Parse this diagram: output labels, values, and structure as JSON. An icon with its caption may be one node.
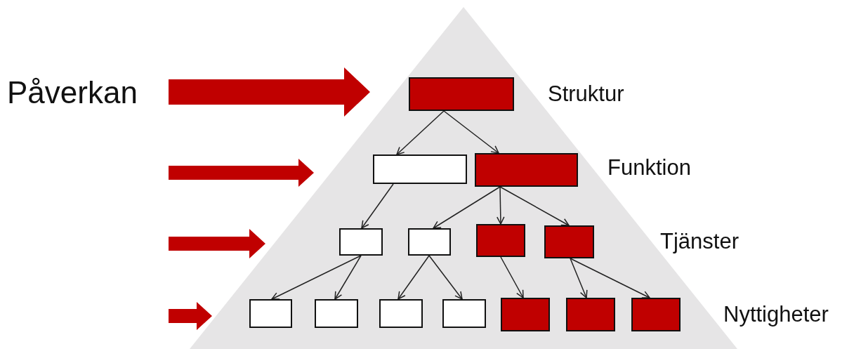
{
  "diagram": {
    "nodes": [
      {
        "text": [],
        "shape": "box"
      },
      {
        "text": [],
        "shape": "box"
      },
      {
        "text": [],
        "shape": "box"
      },
      {
        "text": [],
        "shape": "box"
      },
      {
        "text": [],
        "shape": "box"
      },
      {
        "text": [],
        "shape": "box"
      },
      {
        "text": [],
        "shape": "box"
      },
      {
        "text": [],
        "shape": "box"
      },
      {
        "text": [],
        "shape": "box"
      },
      {
        "text": [],
        "shape": "box"
      },
      {
        "text": [],
        "shape": "box"
      },
      {
        "text": [],
        "shape": "box"
      },
      {
        "text": [],
        "shape": "box"
      },
      {
        "text": [],
        "shape": "box"
      }
    ],
    "edges": [
      {
        "from": 0,
        "to": 1,
        "arrow": "to"
      },
      {
        "from": 0,
        "to": 2,
        "arrow": "to"
      },
      {
        "from": 1,
        "to": 3,
        "arrow": "to"
      },
      {
        "from": 2,
        "to": 4,
        "arrow": "to"
      },
      {
        "from": 2,
        "to": 5,
        "arrow": "to"
      },
      {
        "from": 2,
        "to": 6,
        "arrow": "to"
      },
      {
        "from": 3,
        "to": 7,
        "arrow": "to"
      },
      {
        "from": 3,
        "to": 8,
        "arrow": "to"
      },
      {
        "from": 4,
        "to": 9,
        "arrow": "to"
      },
      {
        "from": 4,
        "to": 10,
        "arrow": "to"
      },
      {
        "from": 5,
        "to": 11,
        "arrow": "to"
      },
      {
        "from": 6,
        "to": 12,
        "arrow": "to"
      },
      {
        "from": 6,
        "to": 13,
        "arrow": "to"
      }
    ],
    "labels": [
      "Påverkan",
      "Struktur",
      "Funktion",
      "Tjänster",
      "Nyttigheter"
    ]
  }
}
